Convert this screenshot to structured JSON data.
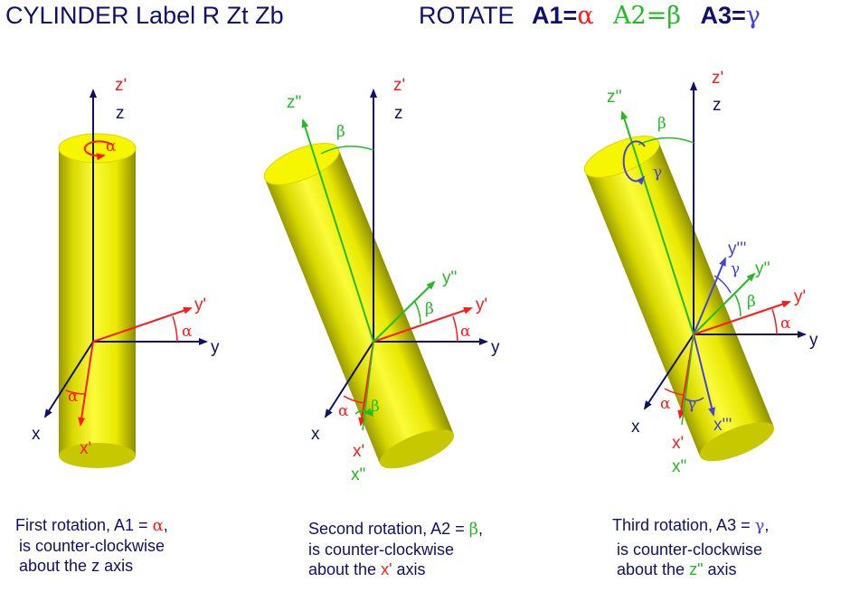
{
  "header": {
    "title": "CYLINDER Label R Zt Zb",
    "rotate_word": "ROTATE",
    "a1": "A1=",
    "alpha": "α",
    "a2": "A2=",
    "beta": "β",
    "a3": "A3=",
    "gamma": "γ"
  },
  "colors": {
    "navy": "#10106a",
    "red": "#ff1a1a",
    "green": "#22bb22",
    "blue": "#4444dd",
    "cylinder": "#f2f200"
  },
  "panel1": {
    "labels": {
      "zp": "z'",
      "z": "z",
      "alpha_top": "α",
      "yp": "y'",
      "alpha_y": "α",
      "y": "y",
      "alpha_x": "α",
      "x": "x",
      "xp": "x'"
    },
    "caption": {
      "l1_pre": "First rotation, A1 = ",
      "l1_sym": "α",
      "l1_post": ",",
      "l2": "is counter-clockwise",
      "l3": "about the z axis"
    }
  },
  "panel2": {
    "labels": {
      "zp": "z'",
      "z": "z",
      "zpp": "z\"",
      "beta_top": "β",
      "ypp": "y\"",
      "beta_y": "β",
      "yp": "y'",
      "alpha_y": "α",
      "y": "y",
      "alpha_x": "α",
      "beta_x": "β",
      "x": "x",
      "xp": "x'",
      "xpp": "x\""
    },
    "caption": {
      "l1_pre": "Second rotation, A2 = ",
      "l1_sym": "β",
      "l1_post": ",",
      "l2": "is counter-clockwise",
      "l3_pre": "about the ",
      "l3_axis": "x'",
      "l3_post": " axis"
    }
  },
  "panel3": {
    "labels": {
      "zp": "z'",
      "z": "z",
      "zpp": "z''",
      "beta_top": "β",
      "gamma_top": "γ",
      "yppp": "y'''",
      "gamma_y": "γ",
      "ypp": "y''",
      "beta_y": "β",
      "yp": "y'",
      "alpha_y": "α",
      "y": "y",
      "alpha_x": "α",
      "gamma_x": "γ",
      "x": "x",
      "xppp": "x'''",
      "xp": "x'",
      "xpp": "x\""
    },
    "caption": {
      "l1_pre": "Third rotation, A3 = ",
      "l1_sym": "γ",
      "l1_post": ",",
      "l2": "is counter-clockwise",
      "l3_pre": "about the ",
      "l3_axis": "z\"",
      "l3_post": " axis"
    }
  }
}
